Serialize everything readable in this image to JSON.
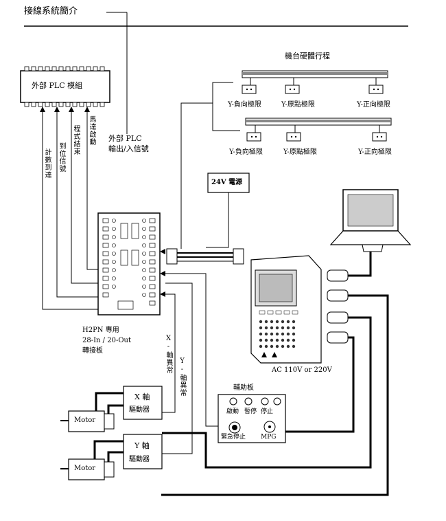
{
  "title": "接線系統簡介",
  "plc": {
    "module_label": "外部 PLC 模組",
    "io_label_line1": "外部 PLC",
    "io_label_line2": "輸出/入信號",
    "signals": [
      "計數到達",
      "到位信號",
      "程式結束",
      "馬達啟動"
    ]
  },
  "machine": {
    "title": "機台硬體行程",
    "rail1_switches": [
      "Y-負向極限",
      "Y-原點極限",
      "Y-正向極限"
    ],
    "rail2_switches": [
      "Y-負向極限",
      "Y-原點極限",
      "Y-正向極限"
    ]
  },
  "power": {
    "label": "24V 電源"
  },
  "board": {
    "line1": "H2PN 專用",
    "line2": "28-In / 20-Out",
    "line3": "轉接板"
  },
  "controller": {
    "ac_label": "AC 110V or 220V"
  },
  "aux": {
    "title": "輔助板",
    "buttons": [
      "啟動",
      "暫停",
      "停止"
    ],
    "estop": "緊急停止",
    "mpg": "MPG"
  },
  "signals_xy": {
    "x": "X-軸異常",
    "y": "Y-軸異常"
  },
  "drivers": {
    "x_line1": "X 軸",
    "x_line2": "驅動器",
    "y_line1": "Y 軸",
    "y_line2": "驅動器"
  },
  "motors": [
    "Motor",
    "Motor"
  ]
}
